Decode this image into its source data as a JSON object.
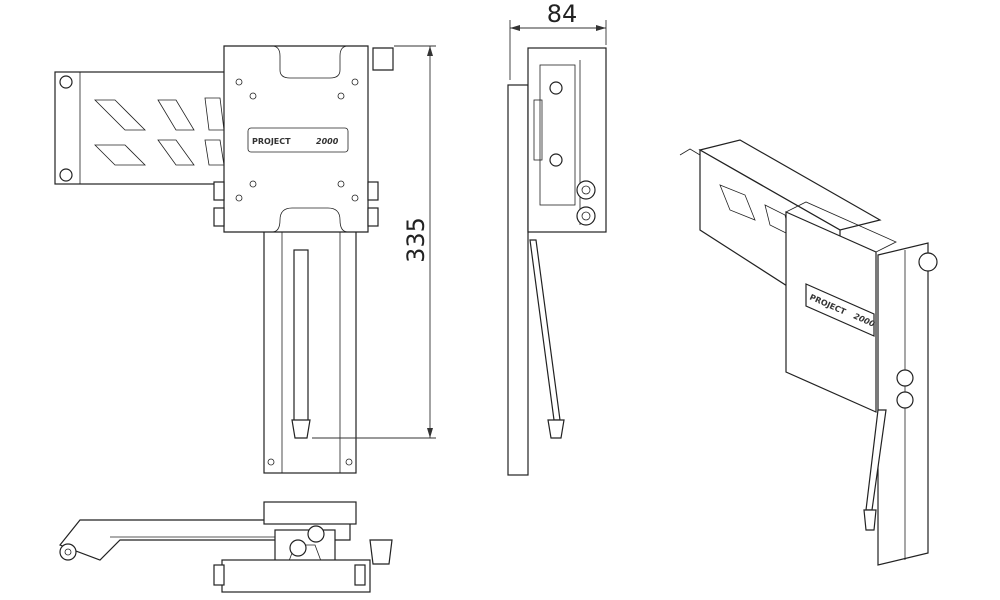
{
  "dimensions": {
    "height_label": "335",
    "depth_label": "84"
  },
  "logo": {
    "brand": "PROJECT",
    "model": "2000"
  }
}
